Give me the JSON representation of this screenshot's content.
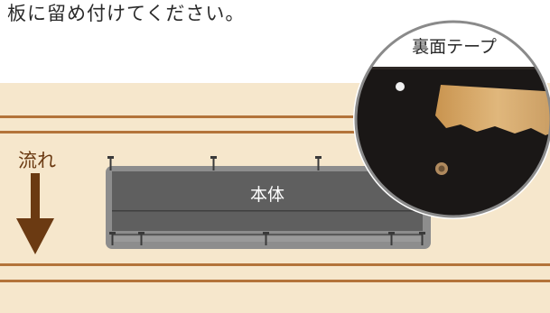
{
  "instruction_text": "板に留め付けてください。",
  "flow_label": "流れ",
  "body_label": "本体",
  "inset_label": "裏面テープ",
  "colors": {
    "board": "#f6e7cc",
    "board_line": "#b3743a",
    "arrow": "#6b3a12",
    "device_frame": "#8d8d8d",
    "device_body": "#5f5f5f",
    "tape": "#d4a769",
    "inset_bg": "#1a1716"
  },
  "icons": {
    "flow_arrow": "down-arrow-icon",
    "pins": "pin-icon",
    "screw": "screw-icon"
  }
}
